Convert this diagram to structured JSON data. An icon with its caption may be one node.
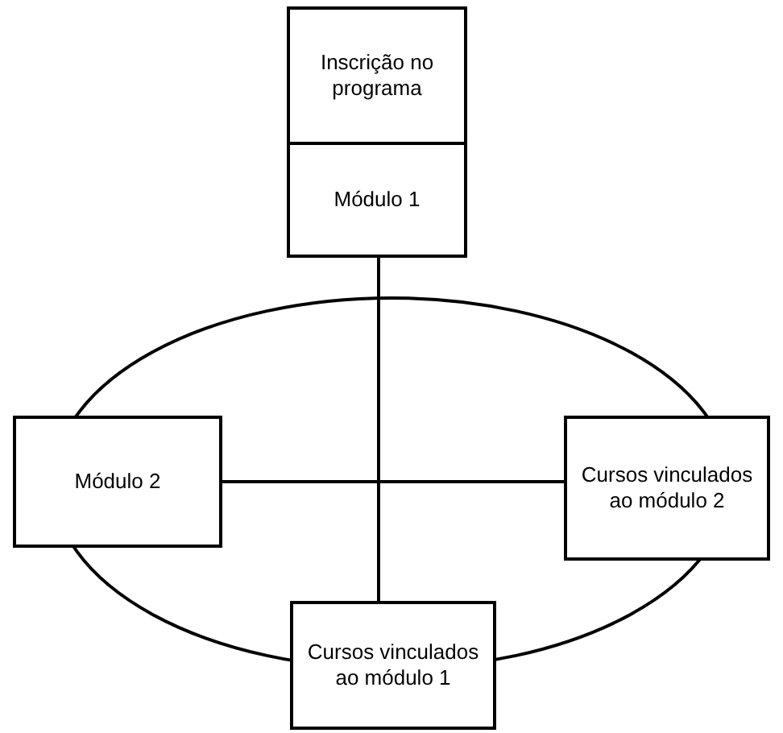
{
  "diagram": {
    "nodes": [
      {
        "text": [
          "Inscrição no programa"
        ]
      },
      {
        "text": [
          "Módulo 1"
        ]
      },
      {
        "text": [
          "Módulo 2"
        ]
      },
      {
        "text": [
          "Cursos vinculados ao módulo 2"
        ]
      },
      {
        "text": [
          "Cursos vinculados ao módulo 1"
        ]
      }
    ],
    "edges": [
      {
        "from": 1,
        "to": 4,
        "arrow": "none"
      },
      {
        "from": 2,
        "to": 3,
        "arrow": "none"
      }
    ]
  }
}
